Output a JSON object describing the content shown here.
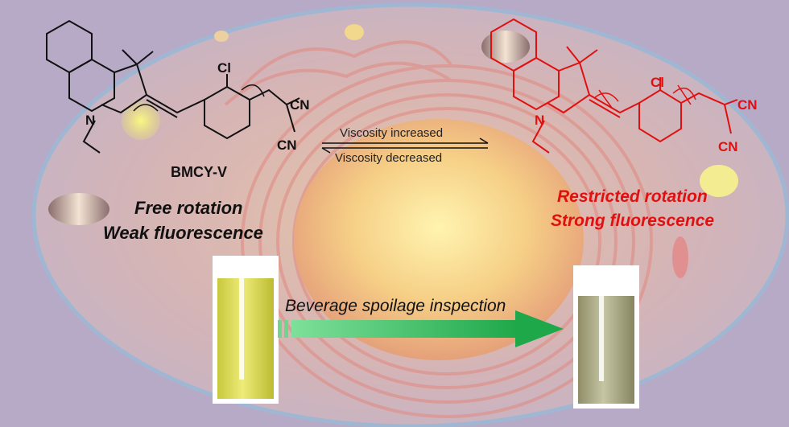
{
  "labels": {
    "compound_name": "BMCY-V",
    "arrow_forward": "Viscosity increased",
    "arrow_reverse": "Viscosity decreased",
    "left_state_line1": "Free rotation",
    "left_state_line2": "Weak fluorescence",
    "right_state_line1": "Restricted rotation",
    "right_state_line2": "Strong fluorescence",
    "application": "Beverage spoilage inspection"
  },
  "atoms": {
    "chloro": "Cl",
    "nitrogen": "N",
    "nitrile": "CN"
  },
  "colors": {
    "background": "#b7aac6",
    "left_structure": "#111111",
    "right_structure": "#e01010",
    "fresh_beverage": "#d8d650",
    "spoiled_beverage": "#a8a682",
    "inspection_arrow": "#22b14c"
  }
}
